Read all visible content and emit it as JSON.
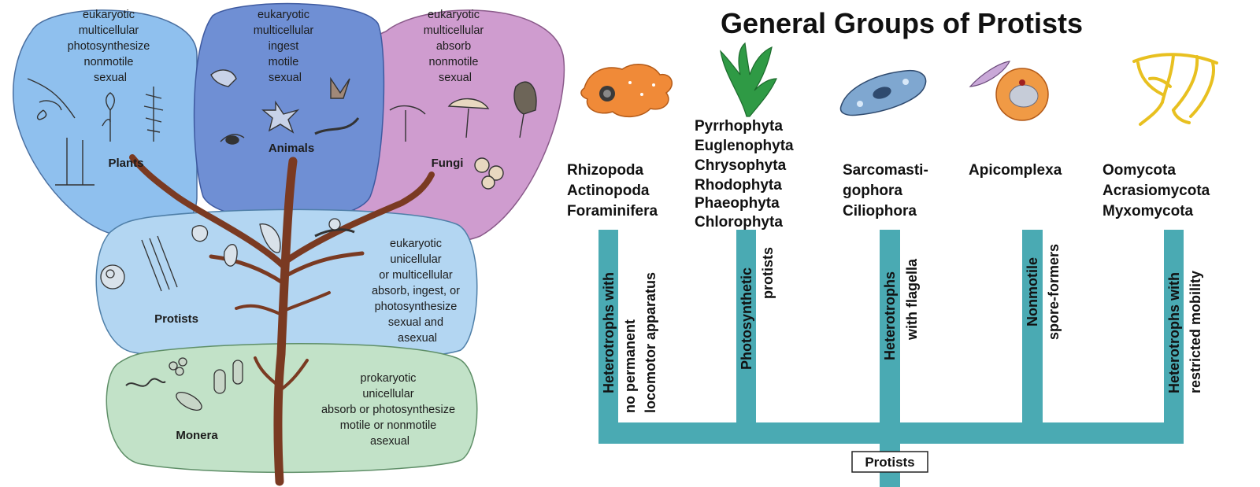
{
  "left_diagram": {
    "plants": {
      "name": "Plants",
      "traits": [
        "eukaryotic",
        "multicellular",
        "photosynthesize",
        "nonmotile",
        "sexual"
      ]
    },
    "animals": {
      "name": "Animals",
      "traits": [
        "eukaryotic",
        "multicellular",
        "ingest",
        "motile",
        "sexual"
      ]
    },
    "fungi": {
      "name": "Fungi",
      "traits": [
        "eukaryotic",
        "multicellular",
        "absorb",
        "nonmotile",
        "sexual"
      ]
    },
    "protists": {
      "name": "Protists",
      "traits": [
        "eukaryotic",
        "unicellular",
        "or multicellular",
        "absorb, ingest, or",
        "photosynthesize",
        "sexual and",
        "asexual"
      ]
    },
    "monera": {
      "name": "Monera",
      "traits": [
        "prokaryotic",
        "unicellular",
        "absorb or photosynthesize",
        "motile or nonmotile",
        "asexual"
      ]
    },
    "colors": {
      "plants": "#8fc0ee",
      "animals": "#6f8fd4",
      "fungi": "#cf9ccf",
      "protists": "#b3d6f2",
      "monera": "#c2e2c8",
      "trunk": "#7a3a22"
    }
  },
  "right_diagram": {
    "title": "General Groups of Protists",
    "root_label": "Protists",
    "bar_color": "#4aaab3",
    "groups": [
      {
        "phyla": [
          "Rhizopoda",
          "Actinopoda",
          "Foraminifera"
        ],
        "bar_label": "Heterotrophs with",
        "side_label": [
          "no permanent",
          "locomotor apparatus"
        ],
        "icon": "amoeba-icon"
      },
      {
        "phyla": [
          "Pyrrhophyta",
          "Euglenophyta",
          "Chrysophyta",
          "Rhodophyta",
          "Phaeophyta",
          "Chlorophyta"
        ],
        "bar_label": "Photosynthetic",
        "side_label": [
          "protists"
        ],
        "icon": "green-alga-icon"
      },
      {
        "phyla": [
          "Sarcomasti-",
          "gophora",
          "Ciliophora"
        ],
        "bar_label": "Heterotrophs",
        "side_label": [
          "with flagella"
        ],
        "icon": "paramecium-icon"
      },
      {
        "phyla": [
          "Apicomplexa"
        ],
        "bar_label": "Nonmotile",
        "side_label": [
          "spore-formers"
        ],
        "icon": "plasmodium-icon"
      },
      {
        "phyla": [
          "Oomycota",
          "Acrasiomycota",
          "Myxomycota"
        ],
        "bar_label": "Heterotrophs with",
        "side_label": [
          "restricted mobility"
        ],
        "icon": "slime-mold-icon"
      }
    ]
  }
}
